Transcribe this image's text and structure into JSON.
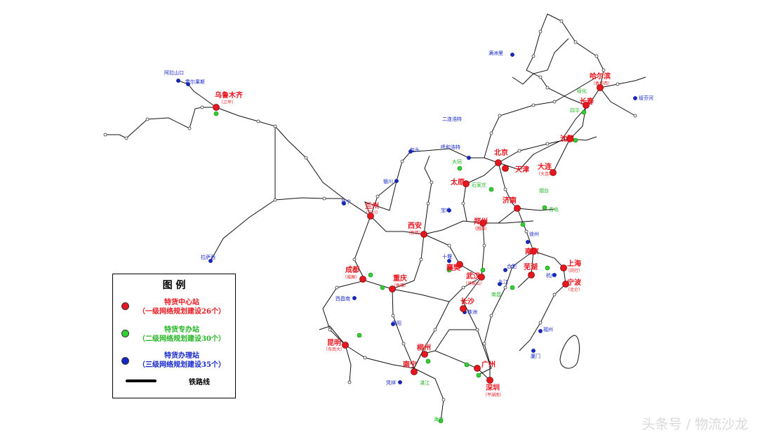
{
  "colors": {
    "hub": "#e8161e",
    "special": "#2fd22f",
    "agency": "#1426c8",
    "minor": "#444444",
    "rail": "#111111"
  },
  "legend": {
    "title": "图 例",
    "hub_line1": "特货中心站",
    "hub_line2": "（一级网络规划建设26个）",
    "special_line1": "特货专办站",
    "special_line2": "（二级网络规划建设30个）",
    "agency_line1": "特货办理站",
    "agency_line2": "（三级网络规划建设35个）",
    "line_label": "铁路线"
  },
  "watermark": "头条号 / 物流沙龙",
  "stations": {
    "hub": [
      {
        "name": "乌鲁木齐",
        "sub": "（三平）"
      },
      {
        "name": "哈尔滨",
        "sub": "（香坊西）"
      },
      {
        "name": "长春"
      },
      {
        "name": "沈阳"
      },
      {
        "name": "北京"
      },
      {
        "name": "天津"
      },
      {
        "name": "大连",
        "sub": "（大连湾）"
      },
      {
        "name": "太原"
      },
      {
        "name": "济南"
      },
      {
        "name": "兰州",
        "sub": "（东川）"
      },
      {
        "name": "西安",
        "sub": "（新筑）"
      },
      {
        "name": "郑州",
        "sub": "（圃田）"
      },
      {
        "name": "南京"
      },
      {
        "name": "上海",
        "sub": "（闵行）"
      },
      {
        "name": "芜湖"
      },
      {
        "name": "宁波",
        "sub": "（北仑）"
      },
      {
        "name": "成都",
        "sub": "（城厢）"
      },
      {
        "name": "重庆",
        "sub": "（鱼嘴）"
      },
      {
        "name": "襄樊"
      },
      {
        "name": "武汉",
        "sub": "（吴家山）"
      },
      {
        "name": "长沙"
      },
      {
        "name": "昆明",
        "sub": "（东南大）"
      },
      {
        "name": "柳州"
      },
      {
        "name": "南宁"
      },
      {
        "name": "广州"
      },
      {
        "name": "深圳",
        "sub": "（平湖南）"
      }
    ],
    "special": [
      {
        "name": "绥化"
      },
      {
        "name": "四平"
      },
      {
        "name": "大同"
      },
      {
        "name": "石家庄"
      },
      {
        "name": "烟台"
      },
      {
        "name": "青岛"
      },
      {
        "name": "南昌"
      },
      {
        "name": "海口"
      },
      {
        "name": "湛江"
      }
    ],
    "agency": [
      {
        "name": "满洲里"
      },
      {
        "name": "阿拉山口"
      },
      {
        "name": "霍尔果斯"
      },
      {
        "name": "绥芬河"
      },
      {
        "name": "二连浩特"
      },
      {
        "name": "呼和浩特"
      },
      {
        "name": "包头"
      },
      {
        "name": "银川"
      },
      {
        "name": "西宁"
      },
      {
        "name": "拉萨西"
      },
      {
        "name": "宝鸡"
      },
      {
        "name": "十堰"
      },
      {
        "name": "合肥"
      },
      {
        "name": "九江"
      },
      {
        "name": "徐州"
      },
      {
        "name": "西昌南"
      },
      {
        "name": "贵阳"
      },
      {
        "name": "株洲"
      },
      {
        "name": "福州"
      },
      {
        "name": "厦门"
      },
      {
        "name": "凭祥"
      },
      {
        "name": "杭州"
      }
    ]
  }
}
